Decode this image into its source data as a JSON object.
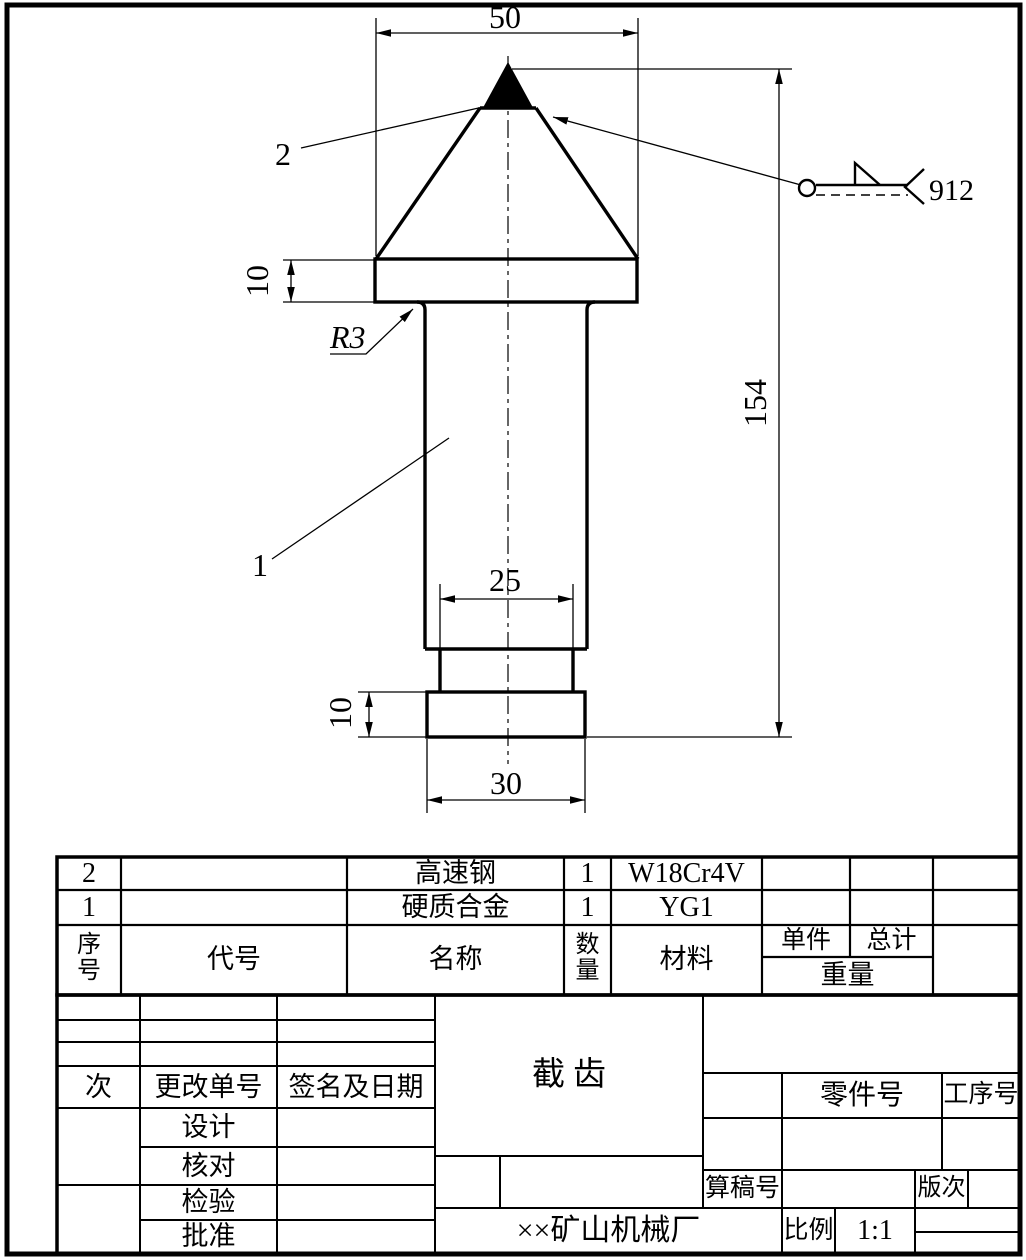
{
  "drawing": {
    "dims": {
      "width_top": "50",
      "height_total": "154",
      "flange_thickness": "10",
      "fillet_radius": "R3",
      "neck_width": "25",
      "base_thickness": "10",
      "base_width": "30"
    },
    "item_labels": {
      "tip": "2",
      "body": "1"
    },
    "braze_code": "912"
  },
  "parts_table": {
    "headers": {
      "seq": "序号",
      "code": "代号",
      "name": "名称",
      "qty": "数量",
      "material": "材料",
      "unit": "单件",
      "total": "总计",
      "weight": "重量"
    },
    "rows": [
      {
        "seq": "2",
        "code": "",
        "name": "高速钢",
        "qty": "1",
        "material": "W18Cr4V",
        "unit_weight": "",
        "total_weight": ""
      },
      {
        "seq": "1",
        "code": "",
        "name": "硬质合金",
        "qty": "1",
        "material": "YG1",
        "unit_weight": "",
        "total_weight": ""
      }
    ]
  },
  "title_block": {
    "revision": {
      "col": "次",
      "change_no": "更改单号",
      "sign_date": "签名及日期"
    },
    "roles": {
      "design": "设计",
      "check": "核对",
      "inspect": "检验",
      "approve": "批准"
    },
    "part_name": "截齿",
    "company": "××矿山机械厂",
    "part_no_label": "零件号",
    "process_no_label": "工序号",
    "calc_no_label": "算稿号",
    "edition_label": "版次",
    "scale_label": "比例",
    "scale_value": "1:1",
    "line_color": "#000000",
    "paper_color": "#ffffff"
  }
}
